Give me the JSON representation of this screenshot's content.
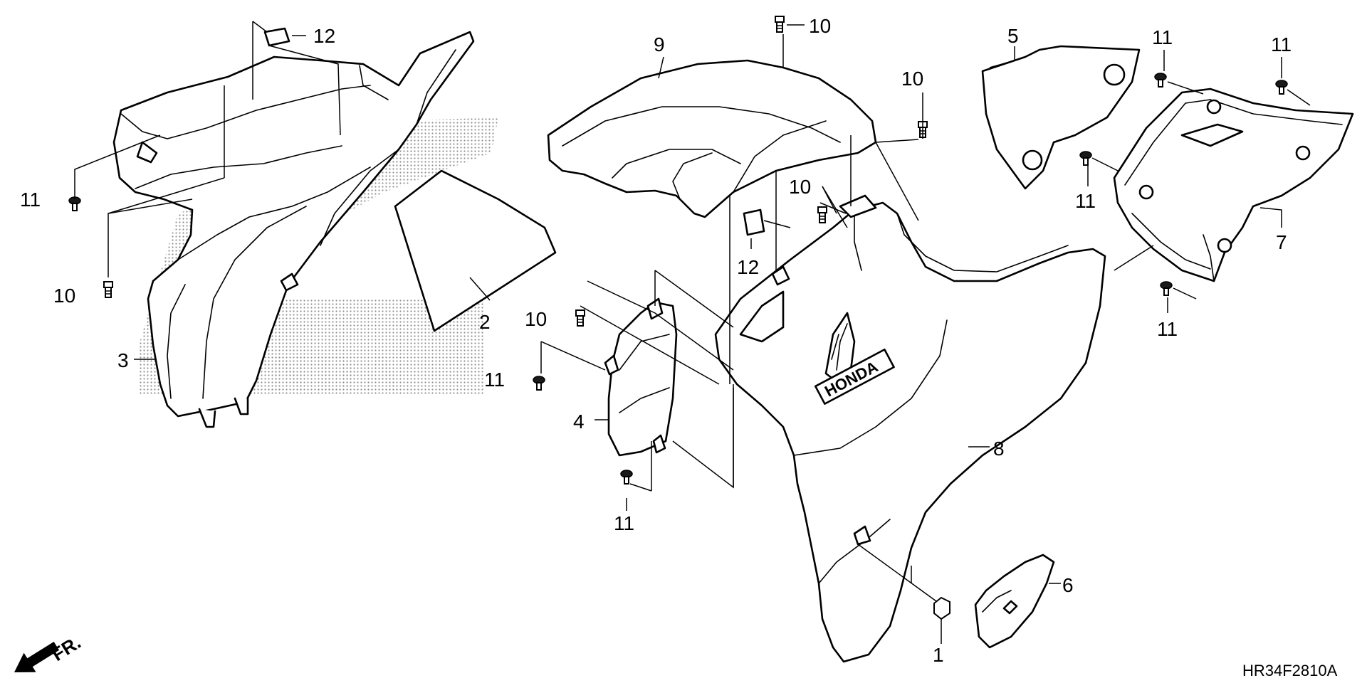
{
  "callouts": {
    "c1": "1",
    "c2": "2",
    "c3": "3",
    "c4": "4",
    "c5": "5",
    "c6": "6",
    "c7": "7",
    "c8": "8",
    "c9": "9",
    "c10a": "10",
    "c10b": "10",
    "c10c": "10",
    "c10d": "10",
    "c10e": "10",
    "c11a": "11",
    "c11b": "11",
    "c11c": "11",
    "c11d": "11",
    "c11e": "11",
    "c11f": "11",
    "c11g": "11",
    "c12a": "12",
    "c12b": "12"
  },
  "watermark": "HONDA",
  "logo_text": "HONDA",
  "direction_label": "FR.",
  "diagram_code": "HR34F2810A"
}
